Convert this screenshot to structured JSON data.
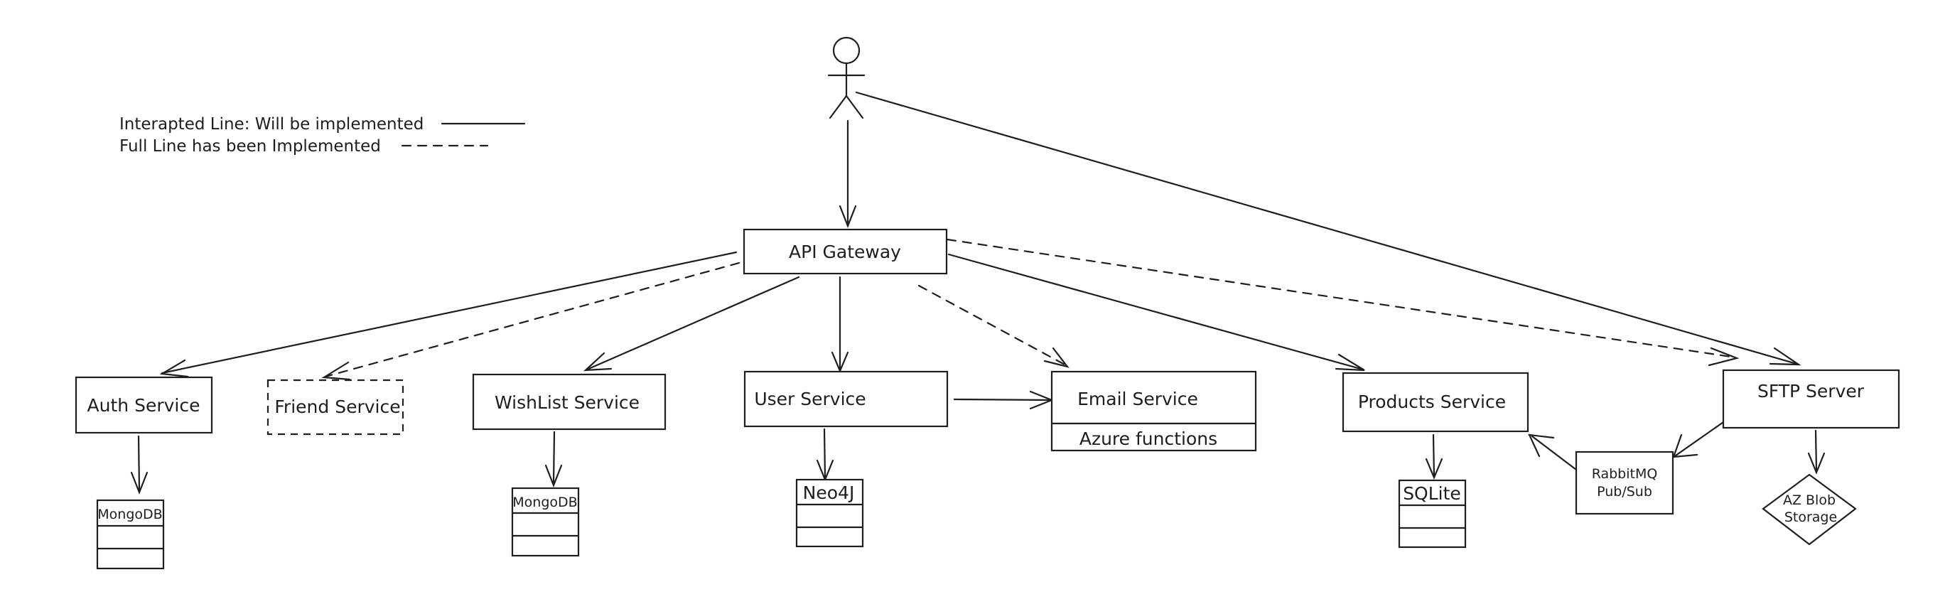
{
  "legend": {
    "interrupted_line": "Interapted Line: Will be implemented",
    "full_line": "Full Line has been Implemented"
  },
  "nodes": {
    "api_gateway": "API Gateway",
    "auth_service": "Auth Service",
    "friend_service": "Friend Service",
    "wishlist_service": "WishList Service",
    "user_service": "User Service",
    "email_service": "Email Service",
    "azure_functions": "Azure functions",
    "products_service": "Products Service",
    "sftp_server": "SFTP Server",
    "rabbitmq_line1": "RabbitMQ",
    "rabbitmq_line2": "Pub/Sub",
    "az_blob_line1": "AZ Blob",
    "az_blob_line2": "Storage",
    "mongodb_auth": "MongoDB",
    "mongodb_wishlist": "MongoDB",
    "neo4j": "Neo4J",
    "sqlite": "SQLite"
  },
  "colors": {
    "stroke": "#1e1e1e",
    "background": "#ffffff"
  }
}
